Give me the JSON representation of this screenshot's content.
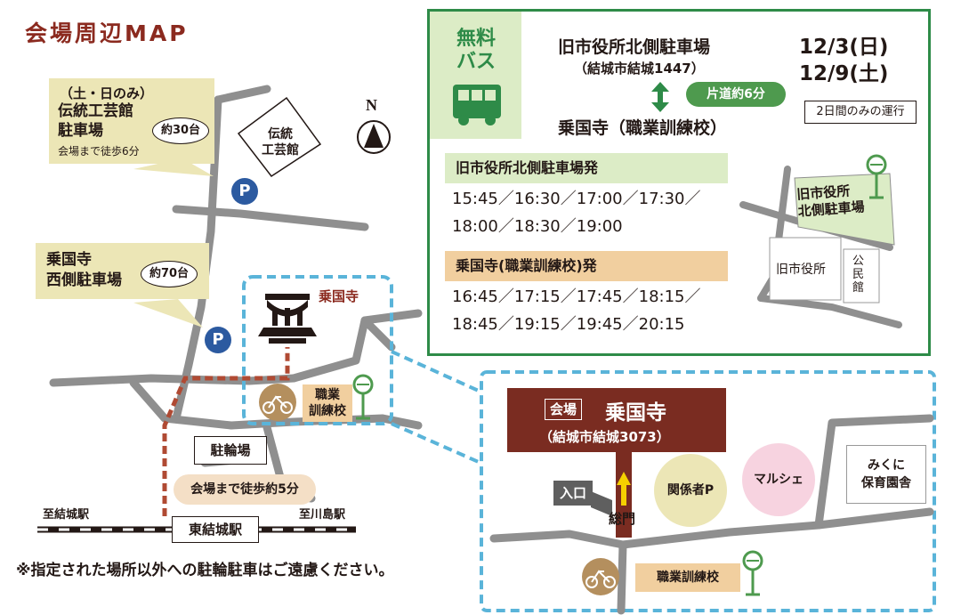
{
  "title": "会場周辺MAP",
  "left_map": {
    "kogeikan_parking": {
      "days": "（土・日のみ）",
      "name_line1": "伝統工芸館",
      "name_line2": "駐車場",
      "walk": "会場まで徒歩6分",
      "capacity": "約30台"
    },
    "josenji_west_parking": {
      "name_line1": "乗国寺",
      "name_line2": "西側駐車場",
      "capacity": "約70台"
    },
    "kogeikan_building": {
      "line1": "伝統",
      "line2": "工芸館"
    },
    "parking_symbol": "P",
    "north_label": "N",
    "temple_label": "乗国寺",
    "vocational_school": {
      "line1": "職業",
      "line2": "訓練校"
    },
    "bicycle_parking": "駐輪場",
    "walk_from_station": "会場まで徒歩約5分",
    "to_yuki_station": "至結城駅",
    "to_kawashima_station": "至川島駅",
    "station": "東結城駅",
    "notice": "※指定された場所以外への駐輪駐車はご遠慮ください。"
  },
  "bus_panel": {
    "logo_line1": "無料",
    "logo_line2": "バス",
    "stop_a": "旧市役所北側駐車場",
    "stop_a_address": "（結城市結城1447）",
    "duration": "片道約6分",
    "stop_b": "乗国寺（職業訓練校）",
    "date1": "12/3(日)",
    "date2": "12/9(土)",
    "operation_note": "2日間のみの運行",
    "departures_a_title": "旧市役所北側駐車場発",
    "departures_a_line1": "15:45／16:30／17:00／17:30／",
    "departures_a_line2": "18:00／18:30／19:00",
    "departures_b_title": "乗国寺(職業訓練校)発",
    "departures_b_line1": "16:45／17:15／17:45／18:15／",
    "departures_b_line2": "18:45／19:15／19:45／20:15",
    "mini_map": {
      "parking_label_line1": "旧市役所",
      "parking_label_line2": "北側駐車場",
      "old_city_hall": "旧市役所",
      "community_hall": "公民館"
    }
  },
  "detail_map": {
    "venue_tag": "会場",
    "venue_name": "乗国寺",
    "venue_address": "（結城市結城3073）",
    "entrance": "入口",
    "gate": "総門",
    "staff_parking": "関係者P",
    "marche": "マルシェ",
    "nursery": {
      "line1": "みくに",
      "line2": "保育園舎"
    },
    "vocational_school": "職業訓練校"
  },
  "colors": {
    "title": "#8b2a1f",
    "callout": "#ece6b6",
    "parking": "#2c5aa0",
    "bus_border": "#2e8b48",
    "schedule_green": "#dcecc6",
    "schedule_orange": "#f1cf9f",
    "venue": "#7a2c21",
    "dashed_box": "#5ab4d9",
    "marche": "#f7d3e0",
    "staff_parking": "#ece6b6"
  }
}
